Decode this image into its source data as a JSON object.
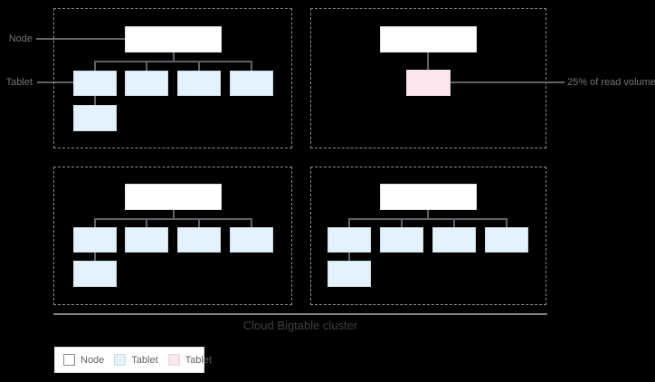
{
  "callouts": {
    "node_label": "Node",
    "tablet_label": "Tablet",
    "read_volume_label": "25% of read volume"
  },
  "footer": {
    "cluster_label": "Cloud Bigtable cluster"
  },
  "legend": {
    "items": [
      {
        "label": "Node",
        "color": "#ffffff"
      },
      {
        "label": "Tablet",
        "color": "#e3f2fd"
      },
      {
        "label": "Tablet",
        "color": "#fce7ef"
      }
    ]
  },
  "colors": {
    "node_fill": "#ffffff",
    "tablet_fill": "#e3f2fd",
    "hot_tablet_fill": "#fce7ef",
    "connector": "#5f6368",
    "dashed_border": "#8a8f94",
    "callout_text": "#70757a",
    "cluster_title_text": "#3c4043",
    "cluster_line": "#808184"
  },
  "quadrants": [
    {
      "id": "top-left",
      "node_boxes": 1,
      "blue_tablets": 5,
      "pink_tablets": 0
    },
    {
      "id": "top-right",
      "node_boxes": 1,
      "blue_tablets": 0,
      "pink_tablets": 1
    },
    {
      "id": "bottom-left",
      "node_boxes": 1,
      "blue_tablets": 5,
      "pink_tablets": 0
    },
    {
      "id": "bottom-right",
      "node_boxes": 1,
      "blue_tablets": 5,
      "pink_tablets": 0
    }
  ]
}
